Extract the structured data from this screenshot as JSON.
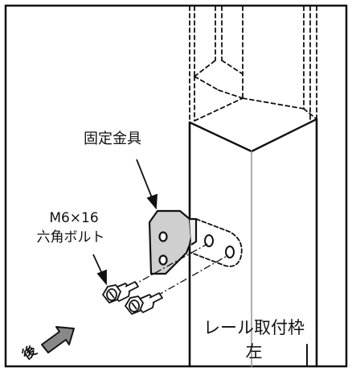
{
  "labels": {
    "fixing_bracket": "固定金具",
    "bolt_size": "M6×16",
    "bolt_type": "六角ボルト",
    "rail_frame_line1": "レール取付枠",
    "rail_frame_line2": "左",
    "rear": "後"
  }
}
